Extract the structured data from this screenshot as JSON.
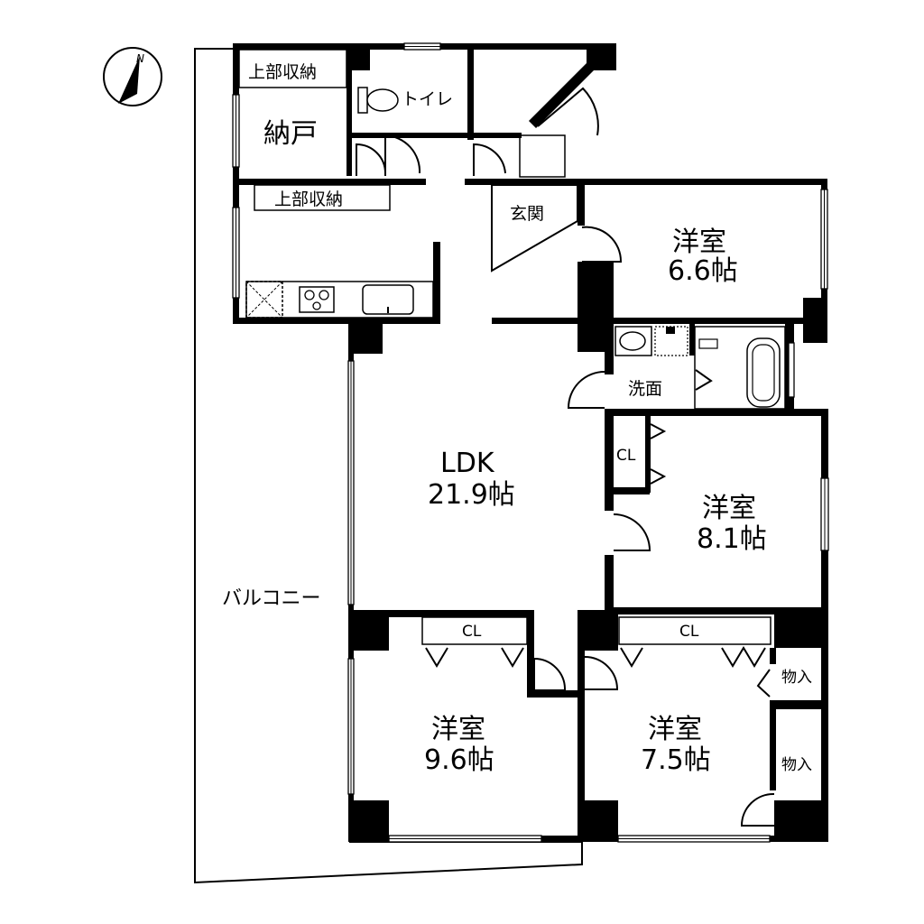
{
  "rooms": {
    "ldk": {
      "name": "LDK",
      "size": "21.9帖"
    },
    "r66": {
      "name": "洋室",
      "size": "6.6帖"
    },
    "r81": {
      "name": "洋室",
      "size": "8.1帖"
    },
    "r96": {
      "name": "洋室",
      "size": "9.6帖"
    },
    "r75": {
      "name": "洋室",
      "size": "7.5帖"
    },
    "nando": "納戸",
    "upper1": "上部収納",
    "upper2": "上部収納",
    "toilet": "トイレ",
    "genkan": "玄関",
    "senmen": "洗面",
    "cl_mid": "CL",
    "cl_left": "CL",
    "cl_right": "CL",
    "mono1": "物入",
    "mono2": "物入",
    "balcony": "バルコニー"
  },
  "compass": {
    "north_label": "N"
  }
}
